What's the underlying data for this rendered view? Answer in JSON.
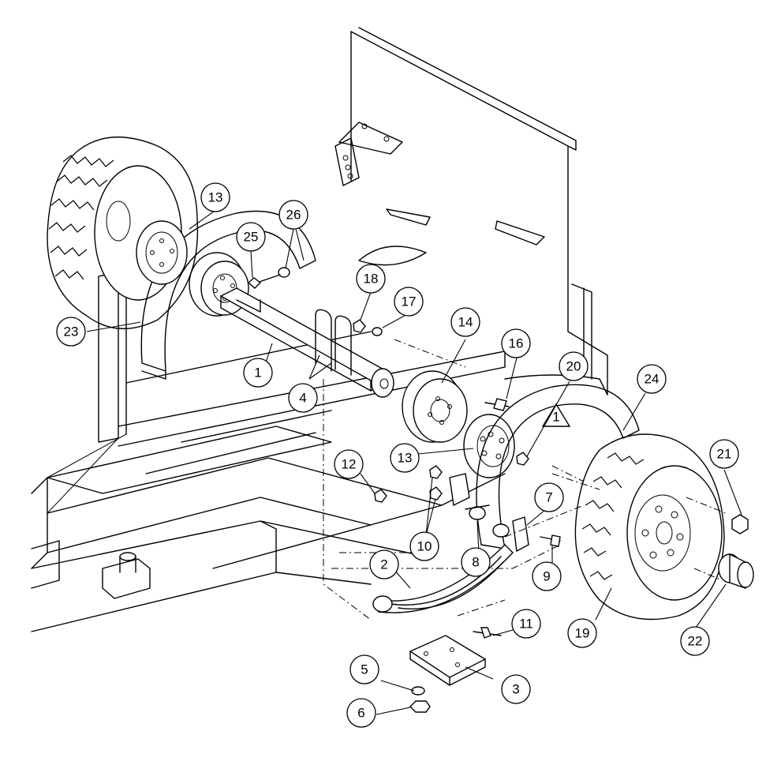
{
  "callouts": [
    {
      "id": "1"
    },
    {
      "id": "2"
    },
    {
      "id": "3"
    },
    {
      "id": "4"
    },
    {
      "id": "5"
    },
    {
      "id": "6"
    },
    {
      "id": "7"
    },
    {
      "id": "8"
    },
    {
      "id": "9"
    },
    {
      "id": "10"
    },
    {
      "id": "11"
    },
    {
      "id": "12"
    },
    {
      "id": "13"
    },
    {
      "id": "13"
    },
    {
      "id": "14"
    },
    {
      "id": "16"
    },
    {
      "id": "17"
    },
    {
      "id": "18"
    },
    {
      "id": "19"
    },
    {
      "id": "20"
    },
    {
      "id": "21"
    },
    {
      "id": "22"
    },
    {
      "id": "23"
    },
    {
      "id": "24"
    },
    {
      "id": "25"
    },
    {
      "id": "26"
    }
  ],
  "warning_marker": {
    "label": "1"
  }
}
